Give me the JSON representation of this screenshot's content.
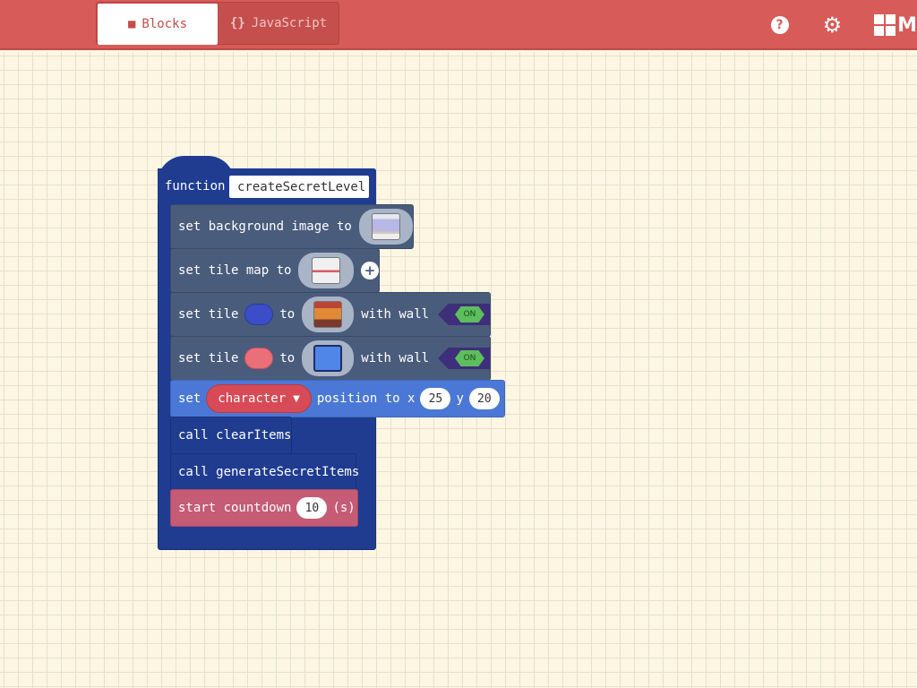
{
  "toolbar": {
    "blocks_tab": "Blocks",
    "js_tab": "JavaScript",
    "blocks_icon": "puzzle-icon",
    "js_icon_glyph": "{}",
    "help_glyph": "?",
    "settings_glyph": "⚙",
    "truncated_text": "M"
  },
  "workspace": {
    "function": {
      "keyword": "function",
      "name": "createSecretLevel"
    },
    "statements": {
      "bg": {
        "text": "set background image to"
      },
      "tilemap": {
        "text": "set tile map to",
        "plus": "+"
      },
      "tile1": {
        "set": "set tile",
        "to": "to",
        "with_wall": "with wall",
        "toggle": "ON",
        "color": "#3b4ec8"
      },
      "tile2": {
        "set": "set tile",
        "to": "to",
        "with_wall": "with wall",
        "toggle": "ON",
        "color": "#eb6f78"
      },
      "position": {
        "set": "set",
        "var": "character",
        "mid": "position to x",
        "x": "25",
        "y_label": "y",
        "y": "20"
      },
      "call1": {
        "text": "call clearItems"
      },
      "call2": {
        "text": "call generateSecretItems"
      },
      "countdown": {
        "text": "start countdown",
        "value": "10",
        "unit": "(s)"
      }
    }
  },
  "colors": {
    "header": "#d75b59",
    "function_block": "#1f3c91",
    "scene_block": "#4a5c7c",
    "sprite_block": "#4b78d6",
    "info_block": "#c55b75"
  }
}
